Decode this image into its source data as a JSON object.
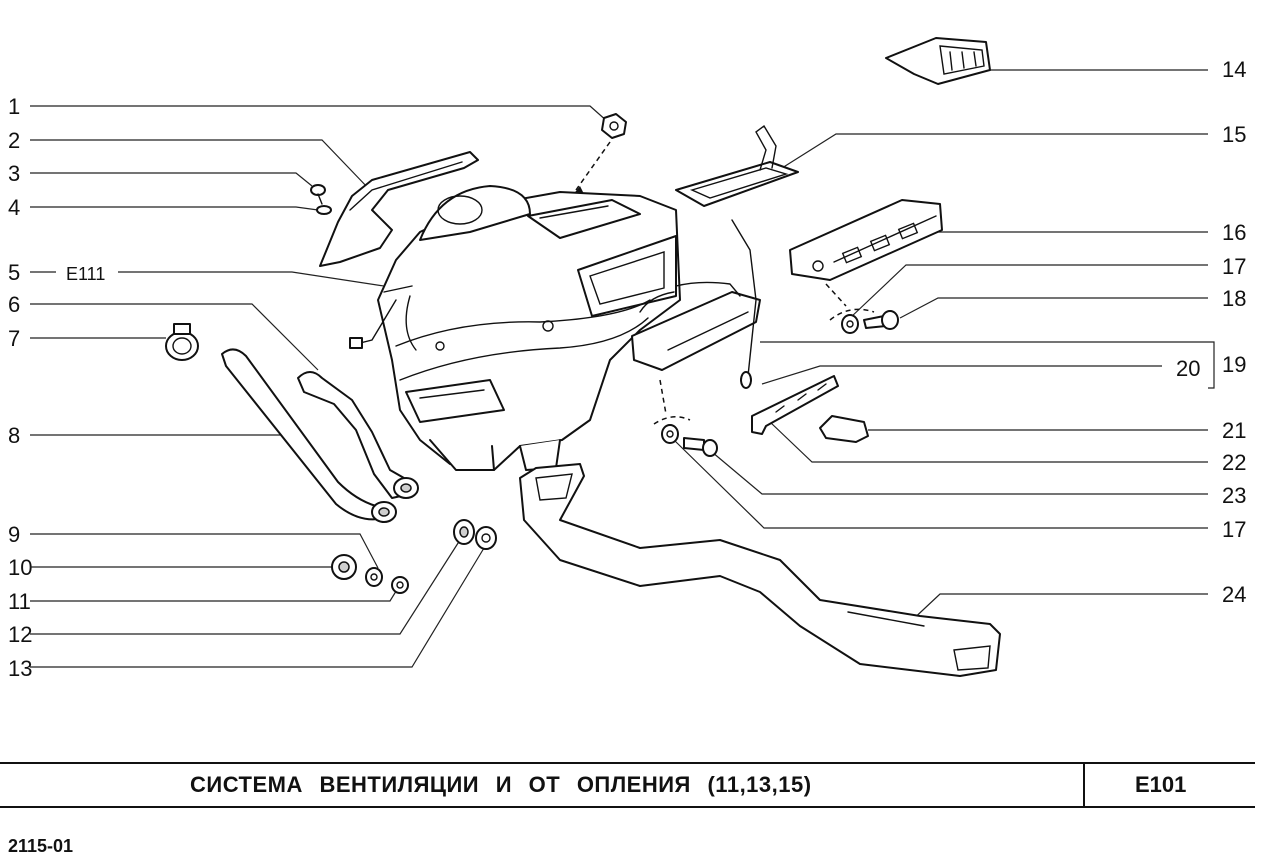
{
  "callouts_left": [
    "1",
    "2",
    "3",
    "4",
    "5",
    "6",
    "7",
    "8",
    "9",
    "10",
    "11",
    "12",
    "13"
  ],
  "callouts_right": [
    "14",
    "15",
    "16",
    "17",
    "18",
    "19",
    "20",
    "21",
    "22",
    "23",
    "17",
    "24"
  ],
  "connector_label": "E111",
  "footer": {
    "title": "СИСТЕМА   ВЕНТИЛЯЦИИ   И   ОТ ОПЛЕНИЯ  (11,13,15)",
    "code": "E101"
  },
  "model_code": "2115-01",
  "icons": {
    "heater-housing": "heater-housing-icon",
    "air-duct": "air-duct-icon",
    "control-panel": "control-panel-icon",
    "hose": "hose-icon"
  }
}
